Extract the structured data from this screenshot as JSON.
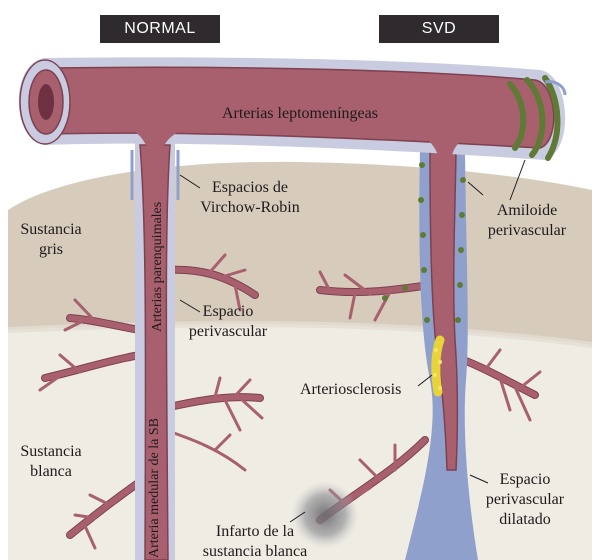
{
  "headers": {
    "normal": "NORMAL",
    "svd": "SVD"
  },
  "labels": {
    "arterias_leptomeningeas": "Arterias leptomeníngeas",
    "espacios_vr_1": "Espacios de",
    "espacios_vr_2": "Virchow-Robin",
    "sustancia_gris_1": "Sustancia",
    "sustancia_gris_2": "gris",
    "arterias_parenquimales": "Arterias parenquimales",
    "espacio_perivascular_1": "Espacio",
    "espacio_perivascular_2": "perivascular",
    "amiloide_1": "Amiloide",
    "amiloide_2": "perivascular",
    "arteriosclerosis": "Arteriosclerosis",
    "sustancia_blanca_1": "Sustancia",
    "sustancia_blanca_2": "blanca",
    "arteria_medular": "Arteria medular de la SB",
    "epd_1": "Espacio",
    "epd_2": "perivascular",
    "epd_3": "dilatado",
    "infarto_1": "Infarto de la",
    "infarto_2": "sustancia blanca"
  },
  "colors": {
    "gray_matter": "#d7ccbc",
    "white_matter": "#efece3",
    "artery": "#a8606f",
    "artery_dark": "#7d4150",
    "perivascular": "#8fa0cc",
    "amyloid": "#5f7a35",
    "plaque": "#e8d33a",
    "header_bg": "#2f2a2d"
  }
}
